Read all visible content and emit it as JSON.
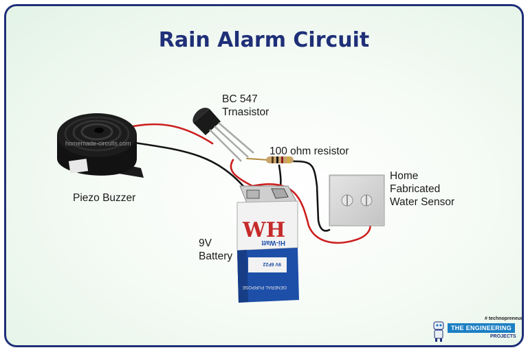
{
  "title": "Rain Alarm Circuit",
  "labels": {
    "transistor_line1": "BC 547",
    "transistor_line2": "Trnasistor",
    "resistor": "100 ohm resistor",
    "sensor_line1": "Home",
    "sensor_line2": "Fabricated",
    "sensor_line3": "Water Sensor",
    "buzzer": "Piezo Buzzer",
    "battery_line1": "9V",
    "battery_line2": "Battery"
  },
  "component_text": {
    "buzzer_watermark": "homemade-circuits.com",
    "battery_brand": "WH",
    "battery_model": "Hi-Watt",
    "battery_volts": "9V 6F22",
    "battery_general": "GENERAL PURPOSE"
  },
  "branding": {
    "tagline": "# technopreneur",
    "name": "THE ENGINEERING",
    "sub": "PROJECTS"
  },
  "colors": {
    "title": "#1f2f78",
    "frame": "#1f2f78",
    "wire_red": "#cc1f1f",
    "wire_black": "#141414",
    "battery_blue": "#1d4fa8",
    "battery_white": "#f2f2f2",
    "battery_red": "#c62a2a"
  }
}
